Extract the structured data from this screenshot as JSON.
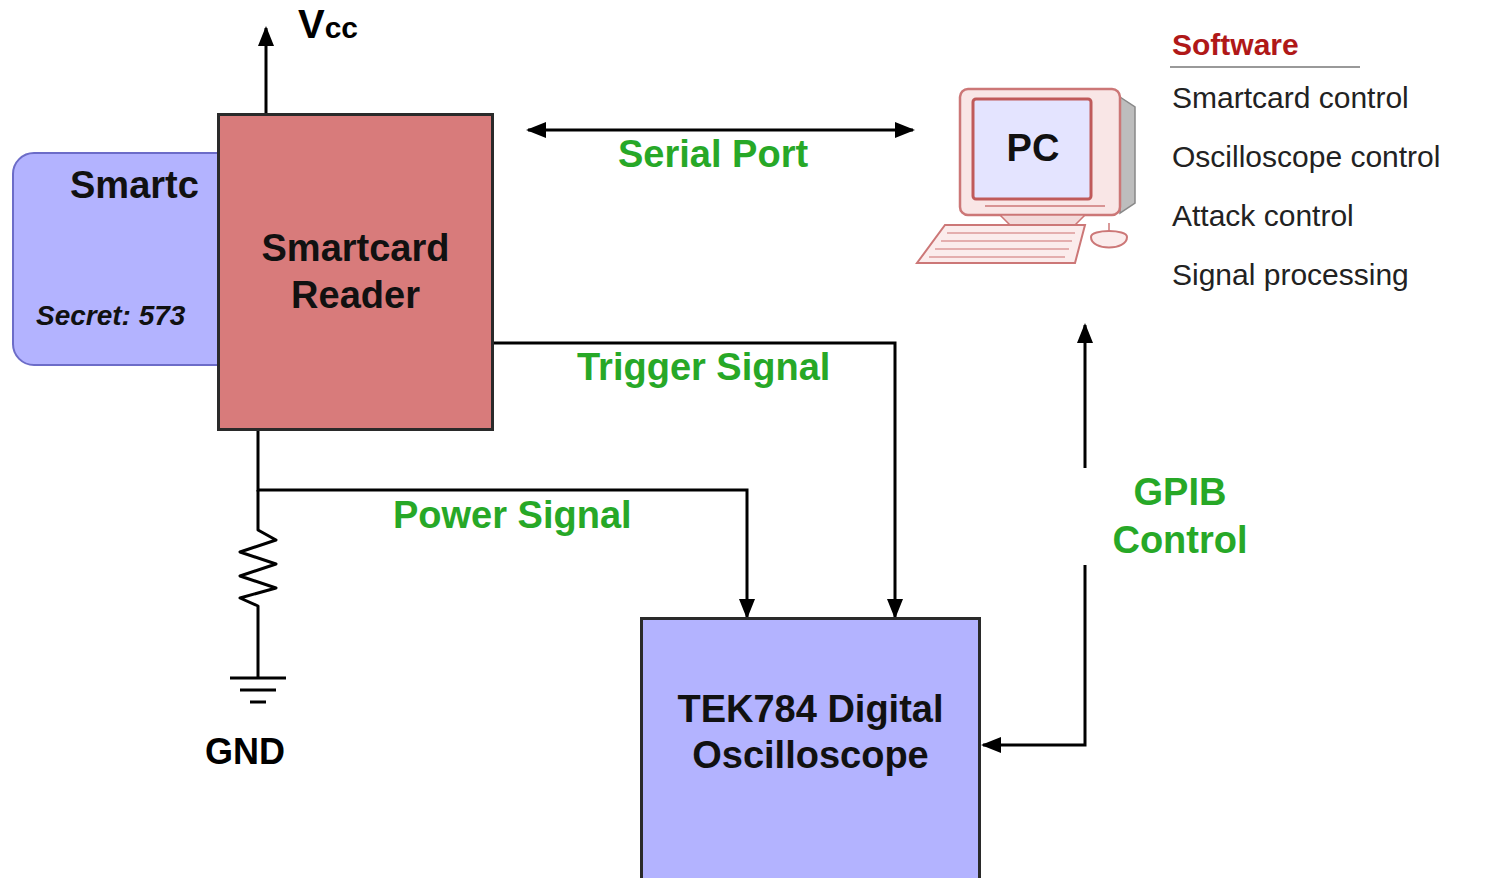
{
  "diagram": {
    "nodes": [
      {
        "text": [
          "Smartc",
          "Secret: 573"
        ]
      },
      {
        "text": [
          "Smartcard Reader"
        ]
      },
      {
        "text": [
          "PC"
        ]
      },
      {
        "text": [
          "TEK784 Digital Oscilloscope"
        ]
      }
    ],
    "edges": [
      {
        "from": 1,
        "to": 2,
        "label": "Serial Port",
        "arrow": "both"
      },
      {
        "from": 1,
        "to": 3,
        "label": "Trigger Signal",
        "arrow": "to"
      },
      {
        "from": 1,
        "to": 3,
        "label": "Power Signal",
        "arrow": "to"
      },
      {
        "from": 2,
        "to": 3,
        "label": "GPIB Control",
        "arrow": "both"
      }
    ],
    "labels": [
      "Vcc",
      "GND",
      "Software",
      "Smartcard control",
      "Oscilloscope control",
      "Attack control",
      "Signal processing"
    ]
  }
}
